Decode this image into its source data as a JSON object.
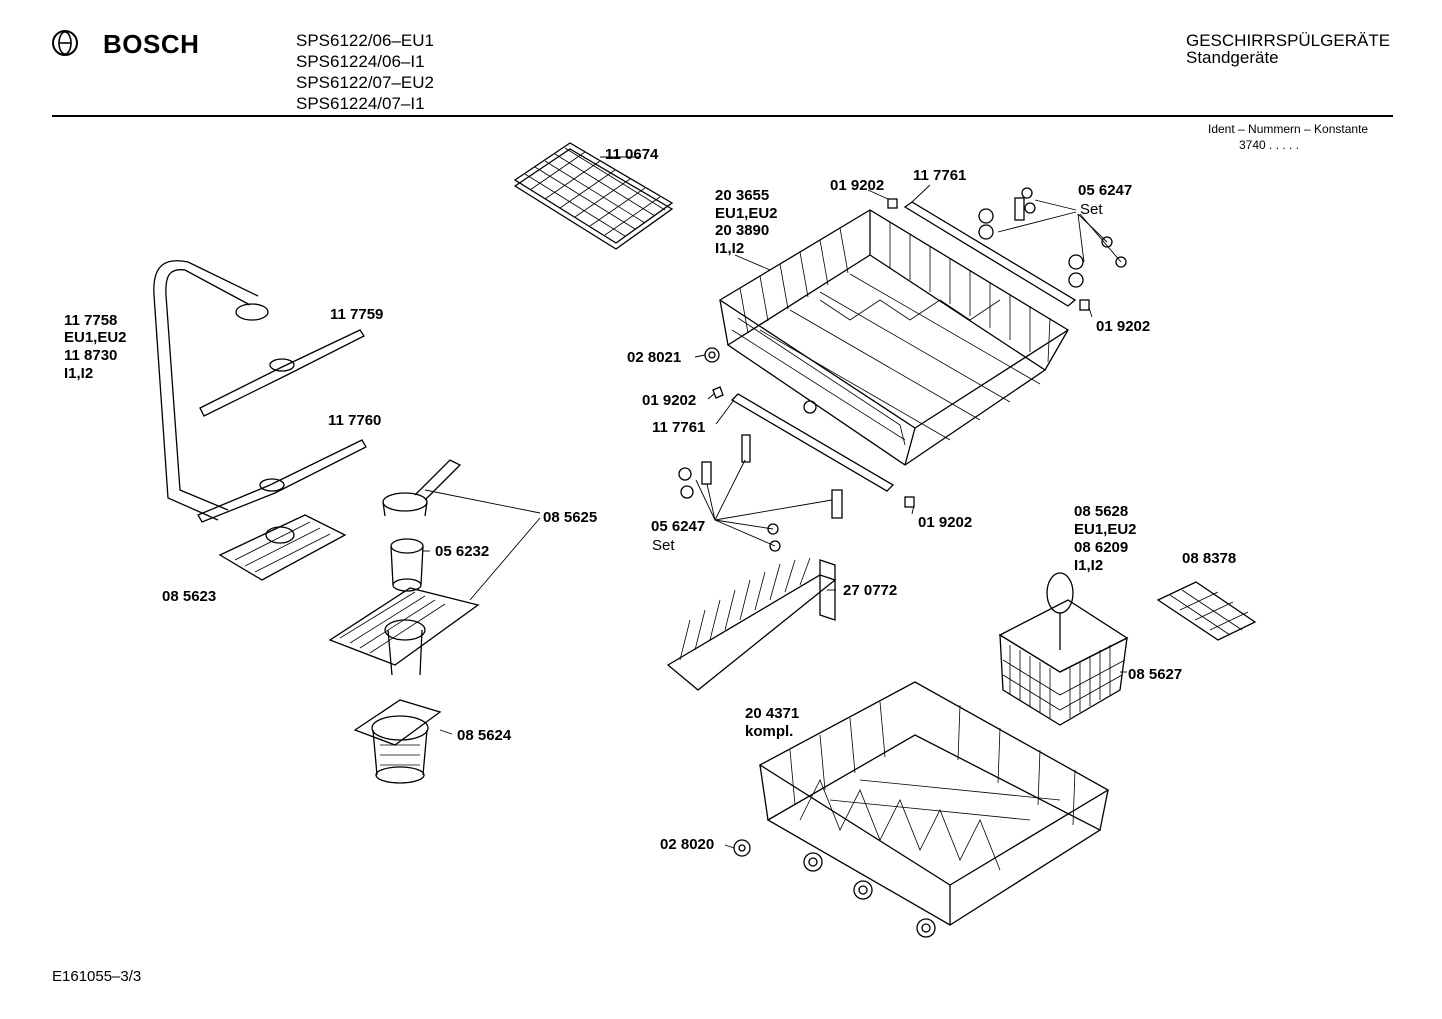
{
  "header": {
    "brand": "BOSCH",
    "models": [
      "SPS6122/06–EU1",
      "SPS61224/06–I1",
      "SPS6122/07–EU2",
      "SPS61224/07–I1"
    ],
    "category_line1": "GESCHIRRSPÜLGERÄTE",
    "category_line2": "Standgeräte",
    "ident_label": "Ident – Nummern – Konstante",
    "ident_value": "3740   .   .   .   .   ."
  },
  "footer": {
    "document_id": "E161055–3/3"
  },
  "parts": {
    "p110674": "11 0674",
    "p203655": "20 3655",
    "v_eu1eu2_a": "EU1,EU2",
    "p203890": "20 3890",
    "v_i1i2_a": "I1,I2",
    "p019202_a": "01 9202",
    "p117761_a": "11 7761",
    "p056247_a": "05 6247",
    "set_a": "Set",
    "p019202_b": "01 9202",
    "p117758": "11 7758",
    "v_eu1eu2_b": "EU1,EU2",
    "p118730": "11 8730",
    "v_i1i2_b": "I1,I2",
    "p117759": "11 7759",
    "p028021": "02 8021",
    "p019202_c": "01 9202",
    "p117761_b": "11 7761",
    "p117760": "11 7760",
    "p085625": "08 5625",
    "p056232": "05 6232",
    "p085623": "08 5623",
    "p056247_b": "05 6247",
    "set_b": "Set",
    "p019202_d": "01 9202",
    "p085628": "08 5628",
    "v_eu1eu2_c": "EU1,EU2",
    "p086209": "08 6209",
    "v_i1i2_c": "I1,I2",
    "p088378": "08 8378",
    "p270772": "27 0772",
    "p085627": "08 5627",
    "p085624": "08 5624",
    "p204371": "20 4371",
    "kompl": "kompl.",
    "p028020": "02 8020"
  }
}
